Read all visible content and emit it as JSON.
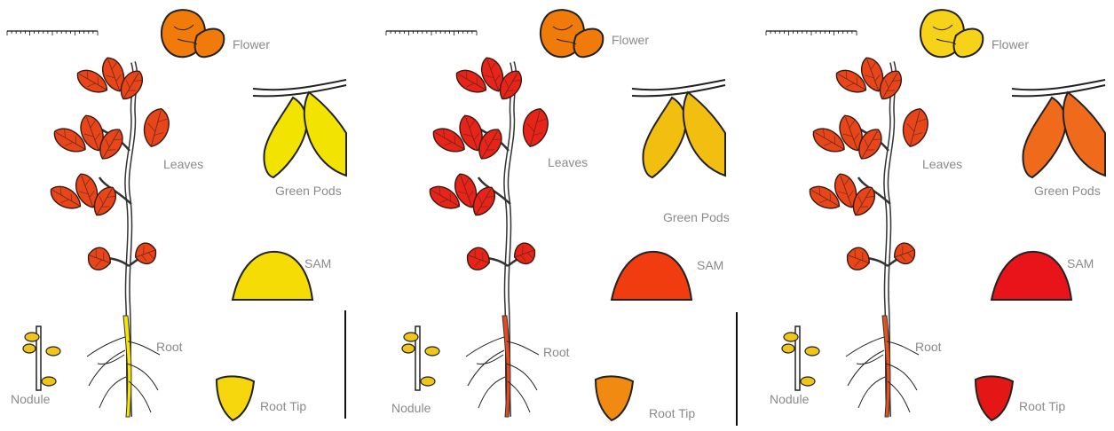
{
  "labels": {
    "flower": "Flower",
    "leaves": "Leaves",
    "green_pods": "Green Pods",
    "sam": "SAM",
    "root": "Root",
    "nodule": "Nodule",
    "root_tip": "Root Tip"
  },
  "panels": [
    {
      "colors": {
        "flower": "#F07A0A",
        "leaves": "#E8451A",
        "pods": "#F2E400",
        "sam": "#F5DC05",
        "root": "#F8E600",
        "nodule": "#F0C418",
        "root_tip": "#F6D70D"
      }
    },
    {
      "colors": {
        "flower": "#F07A0A",
        "leaves": "#E8231A",
        "pods": "#F2BE10",
        "sam": "#F03C0E",
        "root": "#E8481A",
        "nodule": "#F0C418",
        "root_tip": "#F08A10"
      }
    },
    {
      "colors": {
        "flower": "#F6D318",
        "leaves": "#E8451A",
        "pods": "#F06A1C",
        "sam": "#E8141A",
        "root": "#E8501A",
        "nodule": "#F0C418",
        "root_tip": "#E41616"
      }
    }
  ]
}
